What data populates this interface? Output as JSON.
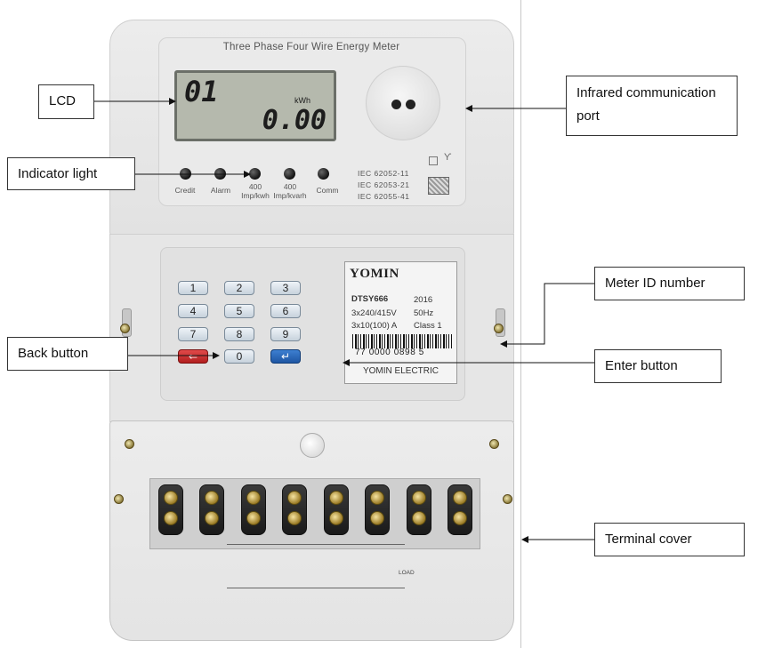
{
  "meter": {
    "title": "Three Phase Four Wire Energy Meter",
    "lcd": {
      "indicator": "01",
      "unit": "kWh",
      "reading": "0.00"
    },
    "indicators": [
      {
        "label": "Credit"
      },
      {
        "label": "Alarm"
      },
      {
        "label": "400\nImp/kwh"
      },
      {
        "label": "400\nImp/kvarh"
      },
      {
        "label": "Comm"
      }
    ],
    "standards": [
      "IEC 62052-11",
      "IEC 62053-21",
      "IEC 62055-41"
    ],
    "keypad": {
      "keys": [
        "1",
        "2",
        "3",
        "4",
        "5",
        "6",
        "7",
        "8",
        "9"
      ],
      "zero": "0",
      "back_symbol": "⇐",
      "enter_symbol": "↵"
    },
    "nameplate": {
      "brand": "YOMIN",
      "model": "DTSY666",
      "year": "2016",
      "voltage": "3x240/415V",
      "frequency": "50Hz",
      "current": "3x10(100) A",
      "class": "Class 1",
      "meter_id": "77 0000 0898 5",
      "company": "YOMIN ELECTRIC"
    },
    "terminals": {
      "load_label": "LOAD"
    }
  },
  "callouts": {
    "lcd": "LCD",
    "indicator_light": "Indicator light",
    "back_button": "Back button",
    "infrared_port": "Infrared communication port",
    "meter_id": "Meter ID number",
    "enter_button": "Enter button",
    "terminal_cover": "Terminal cover"
  }
}
